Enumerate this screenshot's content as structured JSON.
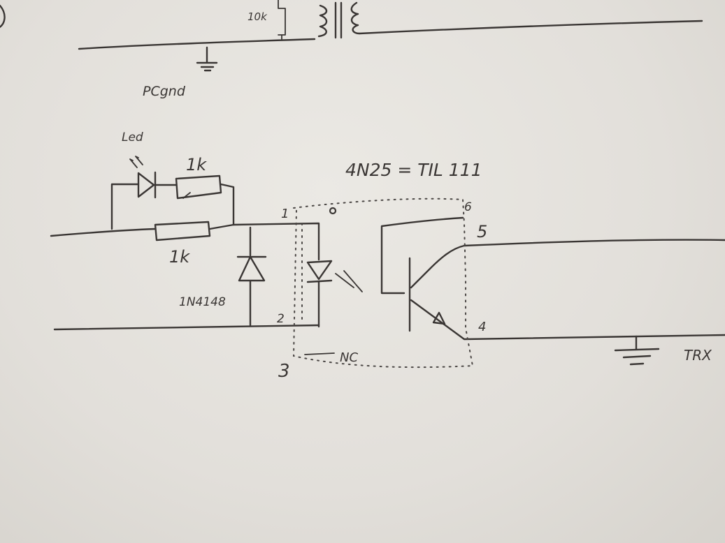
{
  "labels": {
    "top_res": "10k",
    "pc_gnd": "PCgnd",
    "led": "Led",
    "r1": "1k",
    "r2": "1k",
    "diode": "1N4148",
    "ic": "4N25 = TIL 111",
    "pin1": "1",
    "pin2": "2",
    "pin3": "3",
    "pin4": "4",
    "pin5": "5",
    "pin6": "6",
    "nc": "NC",
    "trx": "TRX"
  }
}
